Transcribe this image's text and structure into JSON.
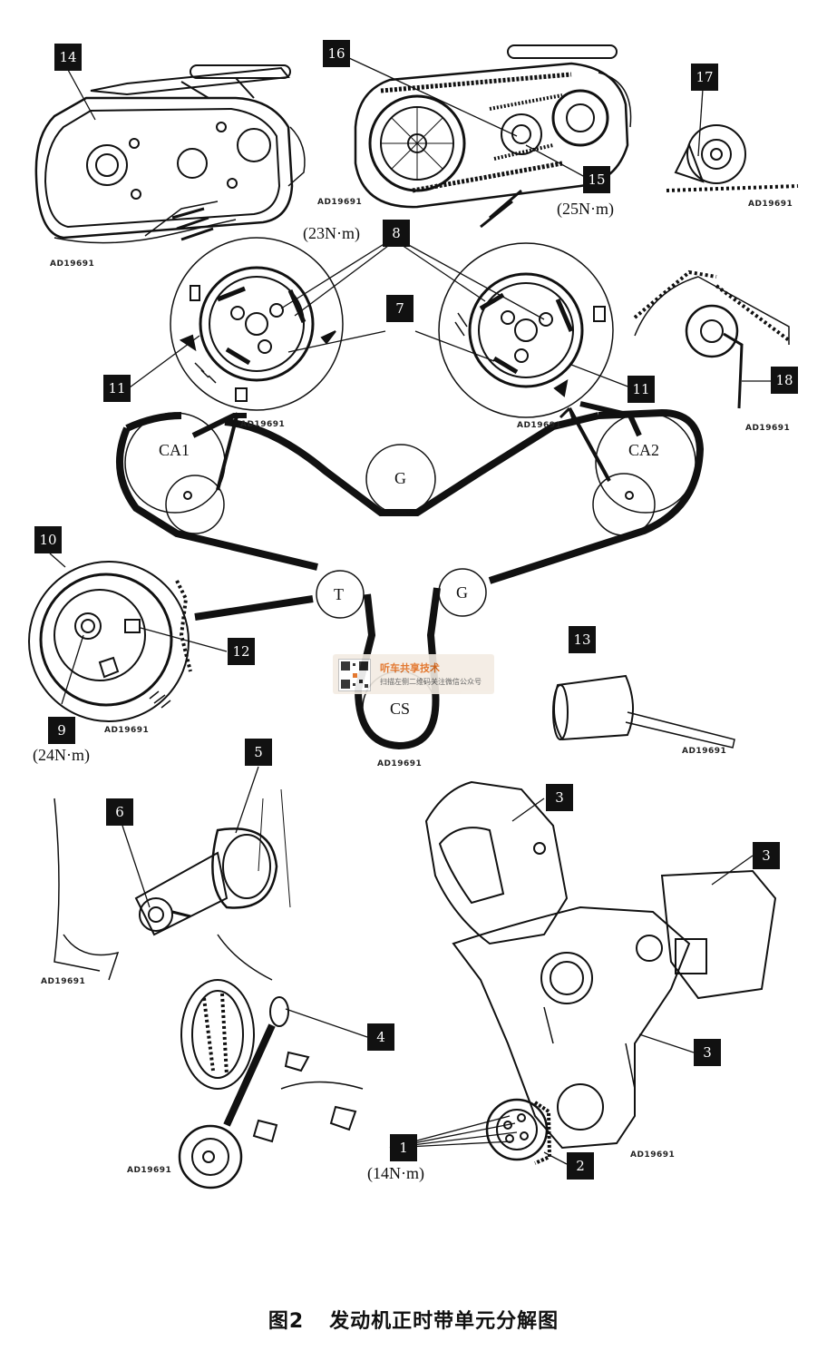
{
  "caption": {
    "figure_no": "图2",
    "title": "发动机正时带单元分解图"
  },
  "callouts": {
    "c1": "1",
    "c2": "2",
    "c3a": "3",
    "c3b": "3",
    "c3c": "3",
    "c4": "4",
    "c5": "5",
    "c6": "6",
    "c7": "7",
    "c8": "8",
    "c9": "9",
    "c10": "10",
    "c11a": "11",
    "c11b": "11",
    "c12": "12",
    "c13": "13",
    "c14": "14",
    "c15": "15",
    "c16": "16",
    "c17": "17",
    "c18": "18"
  },
  "torques": {
    "t8": "(23N·m)",
    "t15": "(25N·m)",
    "t9": "(24N·m)",
    "t1": "(14N·m)"
  },
  "pulleys": {
    "ca1": "CA1",
    "ca2": "CA2",
    "g_top": "G",
    "g_low": "G",
    "t": "T",
    "cs": "CS"
  },
  "drawing_code": "AD19691",
  "watermark": {
    "title": "听车共享技术",
    "subtitle": "扫描左侧二维码关注微信公众号"
  }
}
